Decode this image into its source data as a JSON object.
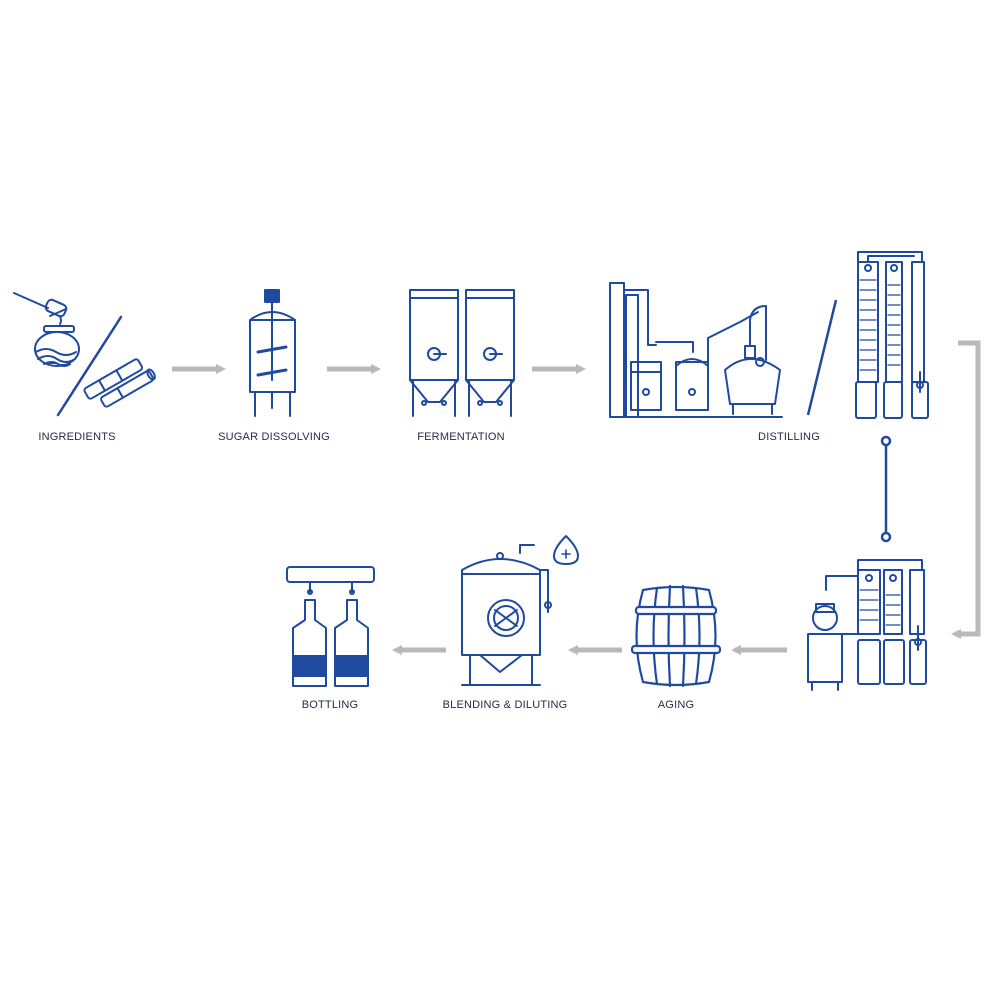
{
  "colors": {
    "icon_stroke": "#1f4aa0",
    "icon_fill": "#1f4aa0",
    "arrow": "#b9b9b9",
    "text": "#1f2a44"
  },
  "steps": [
    {
      "label": "INGREDIENTS",
      "icon": "honey-and-sugarcane-icon"
    },
    {
      "label": "SUGAR DISSOLVING",
      "icon": "mixing-tank-icon"
    },
    {
      "label": "FERMENTATION",
      "icon": "fermentation-tanks-icon"
    },
    {
      "label": "DISTILLING",
      "icon": "pot-still-and-column-still-icon"
    },
    {
      "label": "AGING",
      "icon": "barrel-icon"
    },
    {
      "label": "BLENDING & DILUTING",
      "icon": "blending-tank-icon"
    },
    {
      "label": "BOTTLING",
      "icon": "bottles-icon"
    }
  ]
}
